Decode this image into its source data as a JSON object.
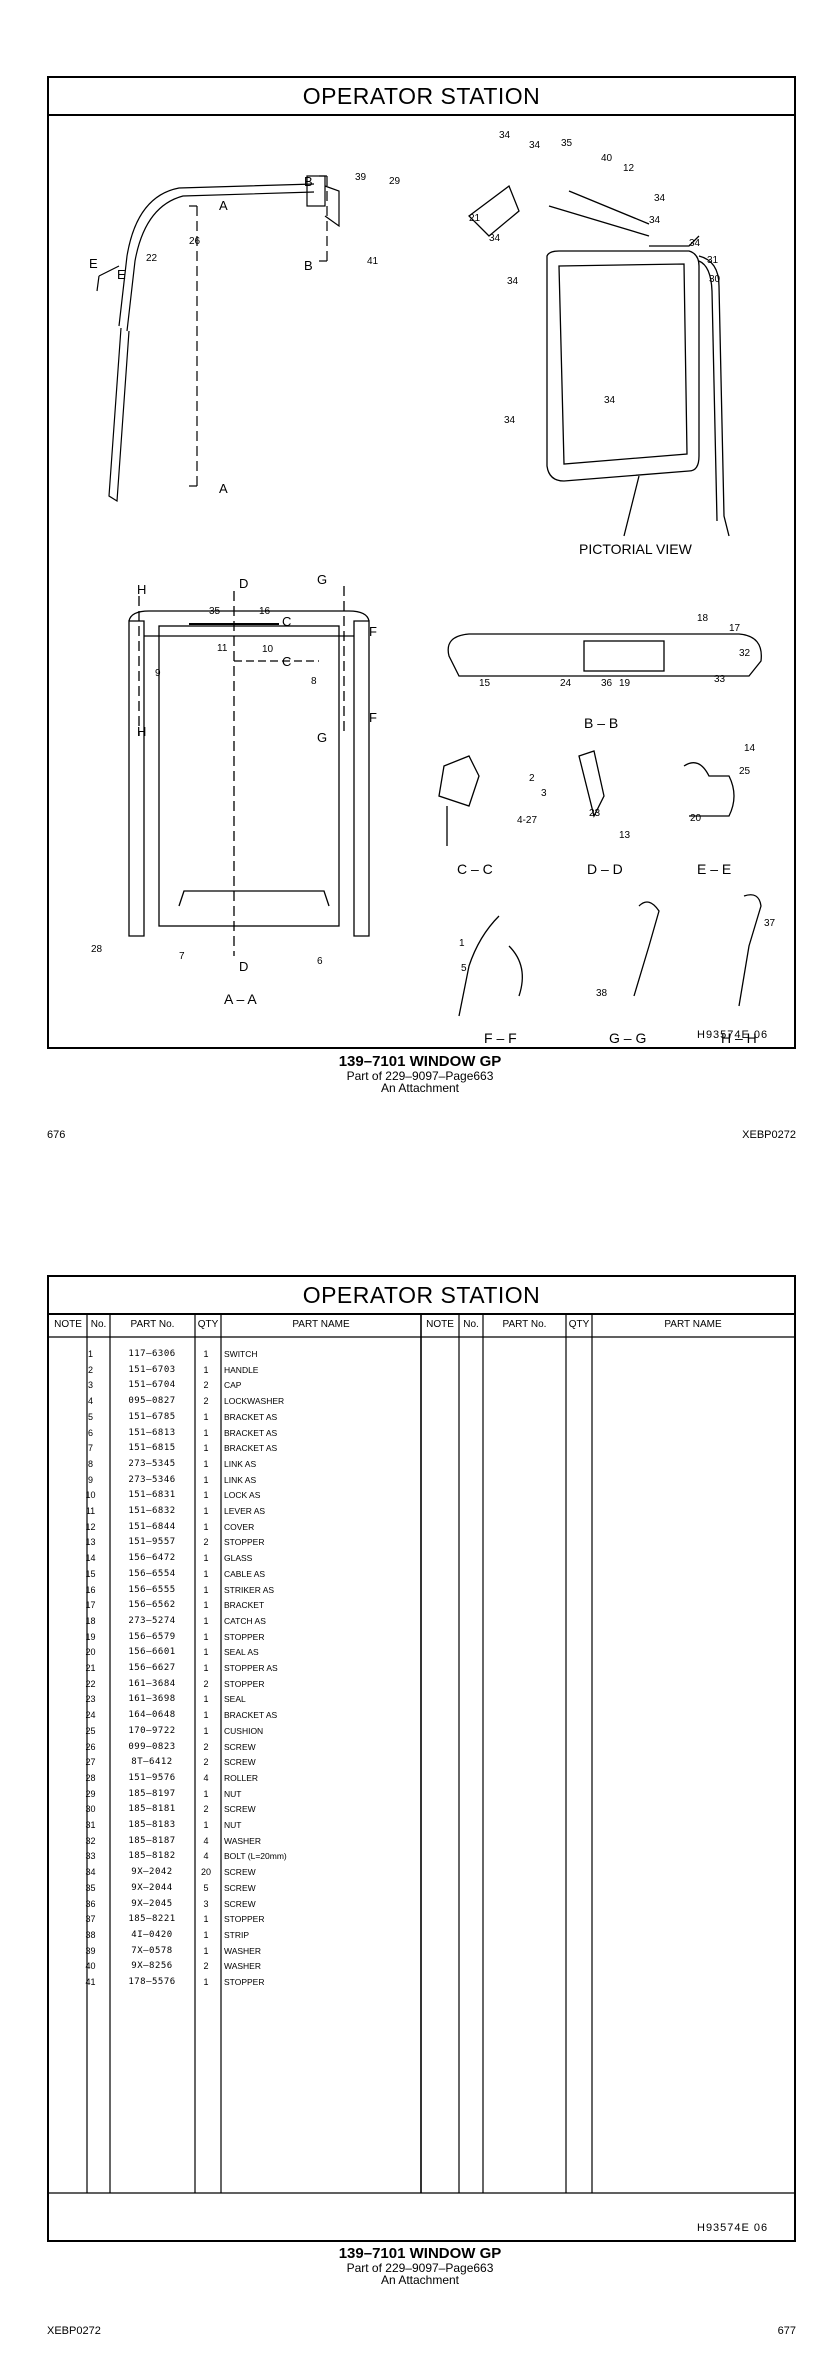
{
  "page1": {
    "title": "OPERATOR  STATION",
    "drawing_code": "H93574E   06",
    "caption_main": "139–7101  WINDOW  GP",
    "caption_sub1": "Part of 229–9097–Page663",
    "caption_sub2": "An Attachment",
    "page_left": "676",
    "page_right": "XEBP0272",
    "labels": {
      "pictorial": "PICTORIAL  VIEW",
      "aa": "A – A",
      "bb": "B – B",
      "cc": "C – C",
      "dd": "D – D",
      "ee": "E – E",
      "ff": "F – F",
      "gg": "G – G",
      "hh": "H – H"
    }
  },
  "page2": {
    "title": "OPERATOR  STATION",
    "headers": {
      "note": "NOTE",
      "no": "No.",
      "part_no": "PART No.",
      "qty": "QTY",
      "part_name": "PART NAME"
    },
    "drawing_code": "H93574E   06",
    "caption_main": "139–7101  WINDOW  GP",
    "caption_sub1": "Part of 229–9097–Page663",
    "caption_sub2": "An Attachment",
    "page_left": "XEBP0272",
    "page_right": "677",
    "parts": [
      {
        "no": "1",
        "part_no": "117–6306",
        "qty": "1",
        "name": "SWITCH"
      },
      {
        "no": "2",
        "part_no": "151–6703",
        "qty": "1",
        "name": "HANDLE"
      },
      {
        "no": "3",
        "part_no": "151–6704",
        "qty": "2",
        "name": "CAP"
      },
      {
        "no": "4",
        "part_no": "095–0827",
        "qty": "2",
        "name": "LOCKWASHER"
      },
      {
        "no": "5",
        "part_no": "151–6785",
        "qty": "1",
        "name": "BRACKET AS"
      },
      {
        "no": "6",
        "part_no": "151–6813",
        "qty": "1",
        "name": "BRACKET AS"
      },
      {
        "no": "7",
        "part_no": "151–6815",
        "qty": "1",
        "name": "BRACKET AS"
      },
      {
        "no": "8",
        "part_no": "273–5345",
        "qty": "1",
        "name": "LINK AS"
      },
      {
        "no": "9",
        "part_no": "273–5346",
        "qty": "1",
        "name": "LINK AS"
      },
      {
        "no": "10",
        "part_no": "151–6831",
        "qty": "1",
        "name": "LOCK AS"
      },
      {
        "no": "11",
        "part_no": "151–6832",
        "qty": "1",
        "name": "LEVER AS"
      },
      {
        "no": "12",
        "part_no": "151–6844",
        "qty": "1",
        "name": "COVER"
      },
      {
        "no": "13",
        "part_no": "151–9557",
        "qty": "2",
        "name": "STOPPER"
      },
      {
        "no": "14",
        "part_no": "156–6472",
        "qty": "1",
        "name": "GLASS"
      },
      {
        "no": "15",
        "part_no": "156–6554",
        "qty": "1",
        "name": "CABLE AS"
      },
      {
        "no": "16",
        "part_no": "156–6555",
        "qty": "1",
        "name": "STRIKER AS"
      },
      {
        "no": "17",
        "part_no": "156–6562",
        "qty": "1",
        "name": "BRACKET"
      },
      {
        "no": "18",
        "part_no": "273–5274",
        "qty": "1",
        "name": "CATCH AS"
      },
      {
        "no": "19",
        "part_no": "156–6579",
        "qty": "1",
        "name": "STOPPER"
      },
      {
        "no": "20",
        "part_no": "156–6601",
        "qty": "1",
        "name": "SEAL AS"
      },
      {
        "no": "21",
        "part_no": "156–6627",
        "qty": "1",
        "name": "STOPPER AS"
      },
      {
        "no": "22",
        "part_no": "161–3684",
        "qty": "2",
        "name": "STOPPER"
      },
      {
        "no": "23",
        "part_no": "161–3698",
        "qty": "1",
        "name": "SEAL"
      },
      {
        "no": "24",
        "part_no": "164–0648",
        "qty": "1",
        "name": "BRACKET AS"
      },
      {
        "no": "25",
        "part_no": "170–9722",
        "qty": "1",
        "name": "CUSHION"
      },
      {
        "no": "26",
        "part_no": "099–0823",
        "qty": "2",
        "name": "SCREW"
      },
      {
        "no": "27",
        "part_no": "8T–6412",
        "qty": "2",
        "name": "SCREW"
      },
      {
        "no": "28",
        "part_no": "151–9576",
        "qty": "4",
        "name": "ROLLER"
      },
      {
        "no": "29",
        "part_no": "185–8197",
        "qty": "1",
        "name": "NUT"
      },
      {
        "no": "30",
        "part_no": "185–8181",
        "qty": "2",
        "name": "SCREW"
      },
      {
        "no": "31",
        "part_no": "185–8183",
        "qty": "1",
        "name": "NUT"
      },
      {
        "no": "32",
        "part_no": "185–8187",
        "qty": "4",
        "name": "WASHER"
      },
      {
        "no": "33",
        "part_no": "185–8182",
        "qty": "4",
        "name": "BOLT (L=20mm)"
      },
      {
        "no": "34",
        "part_no": "9X–2042",
        "qty": "20",
        "name": "SCREW"
      },
      {
        "no": "35",
        "part_no": "9X–2044",
        "qty": "5",
        "name": "SCREW"
      },
      {
        "no": "36",
        "part_no": "9X–2045",
        "qty": "3",
        "name": "SCREW"
      },
      {
        "no": "37",
        "part_no": "185–8221",
        "qty": "1",
        "name": "STOPPER"
      },
      {
        "no": "38",
        "part_no": "4I–0420",
        "qty": "1",
        "name": "STRIP"
      },
      {
        "no": "39",
        "part_no": "7X–0578",
        "qty": "1",
        "name": "WASHER"
      },
      {
        "no": "40",
        "part_no": "9X–8256",
        "qty": "2",
        "name": "WASHER"
      },
      {
        "no": "41",
        "part_no": "178–5576",
        "qty": "1",
        "name": "STOPPER"
      }
    ]
  }
}
